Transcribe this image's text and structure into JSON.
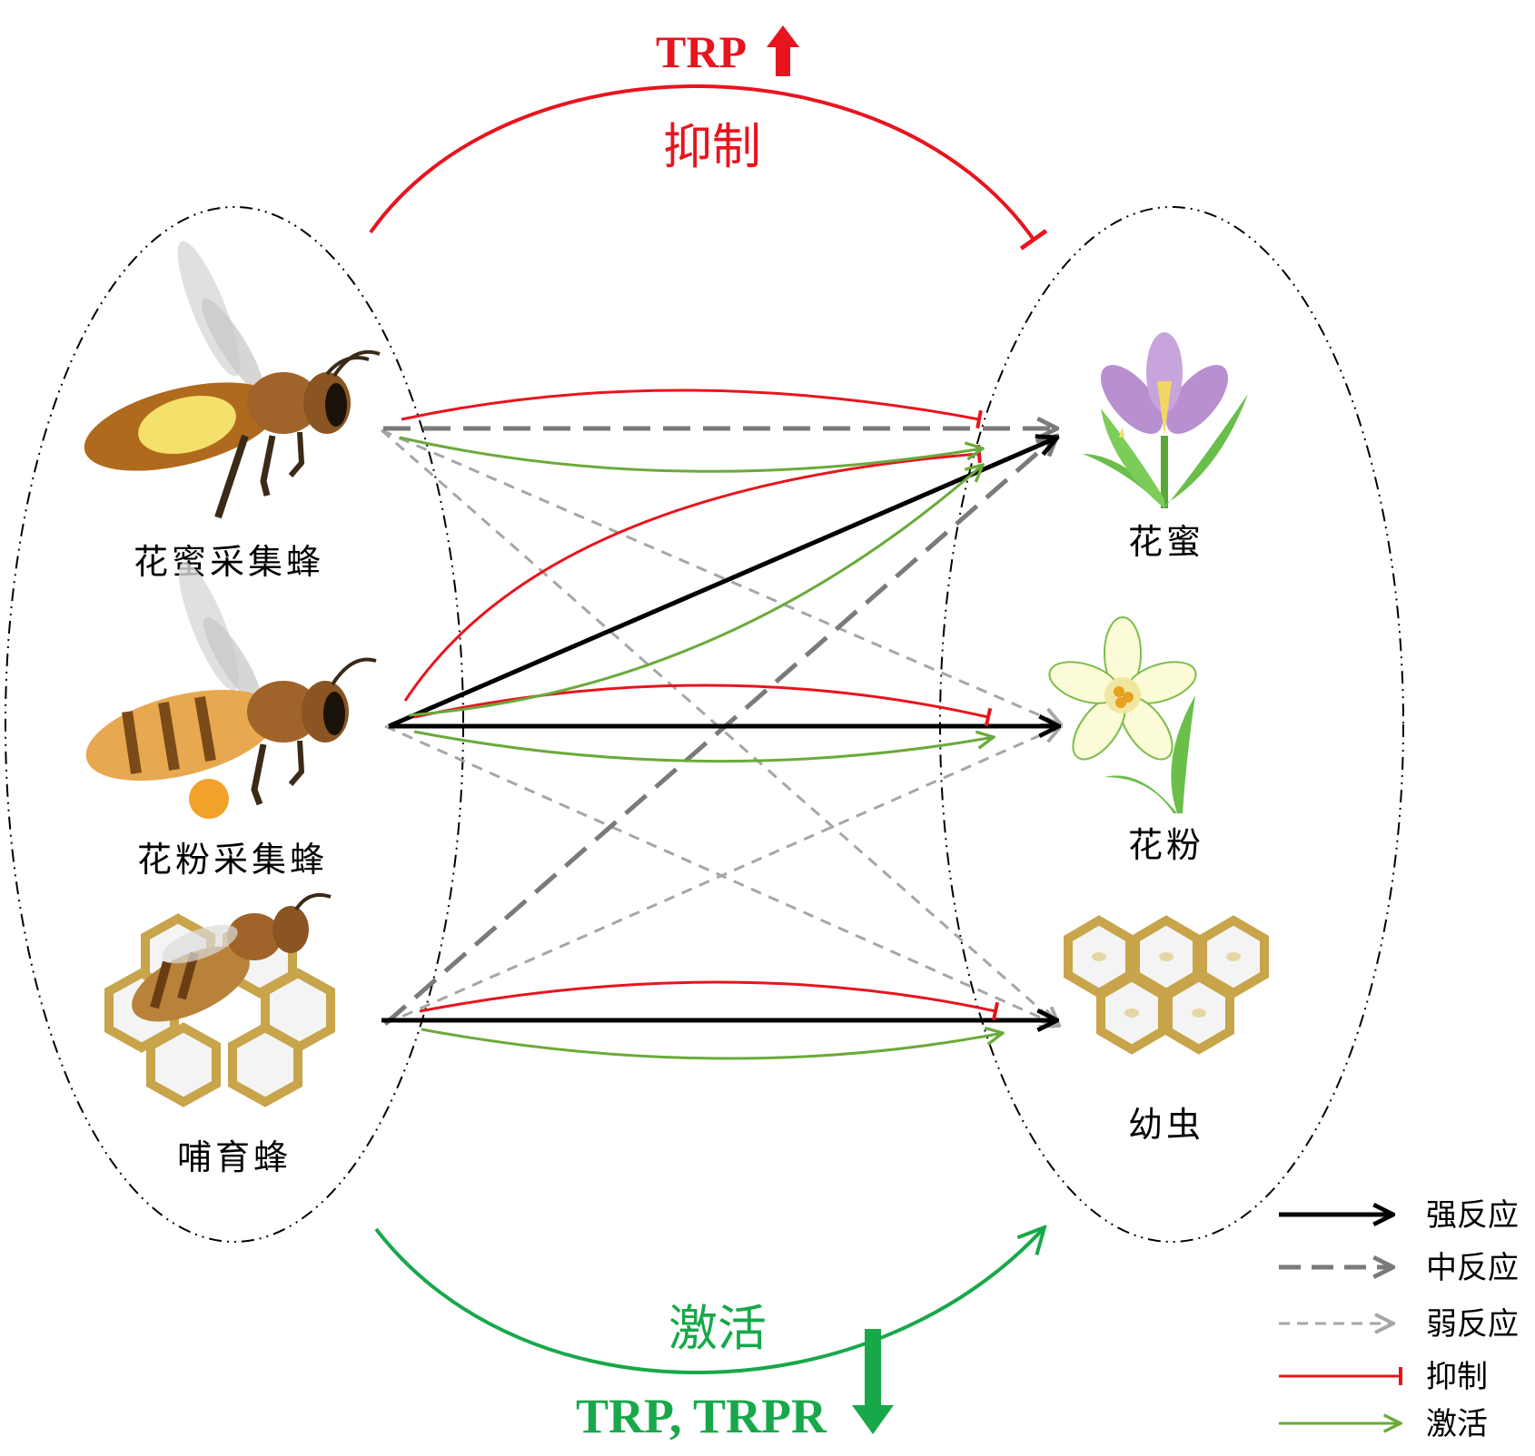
{
  "top": {
    "trp_label": "TRP",
    "effect_label": "抑制"
  },
  "bottom": {
    "effect_label": "激活",
    "trp_label": "TRP, TRPR"
  },
  "bees": {
    "nectar_forager": "花蜜采集蜂",
    "pollen_forager": "花粉采集蜂",
    "nurse": "哺育蜂"
  },
  "targets": {
    "nectar": "花蜜",
    "pollen": "花粉",
    "larva": "幼虫"
  },
  "legend": {
    "strong": "强反应",
    "medium": "中反应",
    "weak": "弱反应",
    "inhibit": "抑制",
    "activate": "激活"
  },
  "colors": {
    "red": "#e8141e",
    "green_arc": "#18a84a",
    "green_line": "#6aaa3a",
    "black": "#000000",
    "medium_gray": "#7a7a7a",
    "weak_gray": "#a6a6a6"
  }
}
